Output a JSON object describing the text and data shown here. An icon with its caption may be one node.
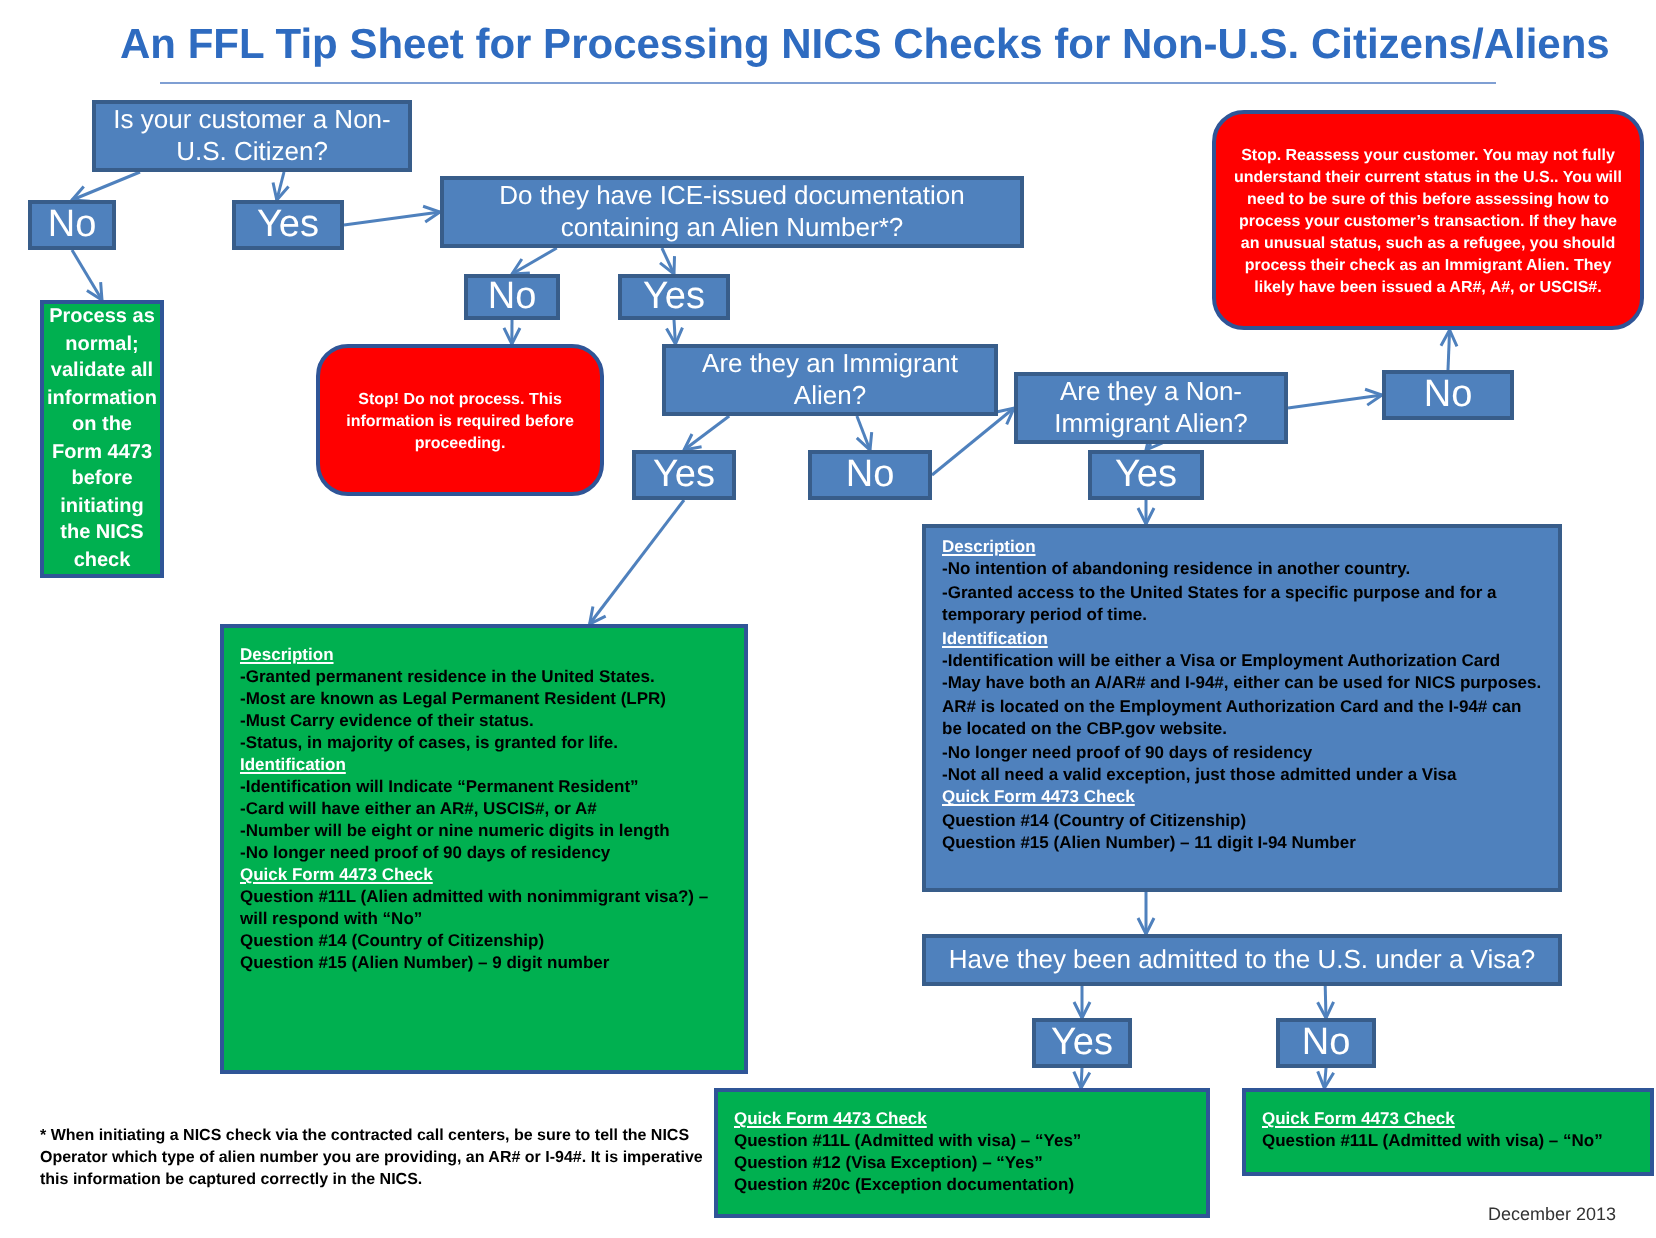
{
  "diagram": {
    "title": "An FFL Tip Sheet for Processing NICS Checks for Non-U.S. Citizens/Aliens",
    "nodes": [
      {
        "text": [
          "Is your customer a Non-U.S. Citizen?"
        ]
      },
      {
        "text": [
          "No"
        ]
      },
      {
        "text": [
          "Yes"
        ]
      },
      {
        "text": [
          "Process as normal; validate all information on the Form 4473 before initiating the NICS check"
        ]
      },
      {
        "text": [
          "Do they have ICE-issued documentation containing an Alien Number*?"
        ]
      },
      {
        "text": [
          "No"
        ]
      },
      {
        "text": [
          "Yes"
        ]
      },
      {
        "text": [
          "Stop!  Do not process.  This information is required before proceeding."
        ]
      },
      {
        "text": [
          "Are they an Immigrant Alien?"
        ]
      },
      {
        "text": [
          "Yes"
        ]
      },
      {
        "text": [
          "No"
        ]
      },
      {
        "text": [
          "Description",
          "-Granted permanent residence in the United States.",
          "-Most are known as Legal Permanent Resident (LPR)",
          "-Must Carry evidence of their status.",
          "-Status, in majority of cases, is granted for life.",
          "Identification",
          "-Identification will Indicate “Permanent Resident”",
          "-Card will have either an AR#, USCIS#, or A#",
          "-Number will be eight or nine numeric digits in length",
          "-No longer need proof of 90 days of residency",
          "Quick Form 4473 Check",
          "Question #11L (Alien admitted with nonimmigrant visa?) – will respond with “No”",
          "Question #14 (Country of Citizenship)",
          "Question #15 (Alien Number) – 9 digit number"
        ]
      },
      {
        "text": [
          "Are they a Non-Immigrant Alien?"
        ]
      },
      {
        "text": [
          "No"
        ]
      },
      {
        "text": [
          "Stop.  Reassess your customer.  You may not fully understand their current status in the U.S..  You will need to be sure of this before assessing how to process your customer’s transaction.  If they have an unusual status, such as a refugee, you should process their check as an Immigrant Alien.  They likely have been issued a AR#, A#, or USCIS#."
        ]
      },
      {
        "text": [
          "Yes"
        ]
      },
      {
        "text": [
          "Description",
          "-No intention of abandoning residence in another  country.",
          "-Granted access to the United States for a specific purpose and for a temporary period of time.",
          "Identification",
          "-Identification will be either a Visa or Employment Authorization Card",
          "-May have both an A/AR# and I-94#, either can be used for NICS purposes.  AR# is located on the Employment Authorization Card and the I-94# can be located on the CBP.gov website.",
          "-No longer need proof of 90 days of residency",
          "-Not all need a valid exception, just those admitted under a Visa",
          "Quick Form 4473 Check",
          "Question #14  (Country of Citizenship)",
          "Question #15 (Alien Number) – 11 digit I-94 Number"
        ]
      },
      {
        "text": [
          "Have they been admitted to the U.S. under a Visa?"
        ]
      },
      {
        "text": [
          "Yes"
        ]
      },
      {
        "text": [
          "No"
        ]
      },
      {
        "text": [
          "Quick Form 4473 Check",
          "Question #11L (Admitted with visa) – “Yes”",
          "Question #12 (Visa Exception) – “Yes”",
          "Question #20c  (Exception documentation)"
        ]
      },
      {
        "text": [
          "Quick Form 4473 Check",
          "Question #11L (Admitted with visa) – “No”"
        ]
      }
    ],
    "edges": [
      {
        "from": 0,
        "to": 1,
        "arrow": "to"
      },
      {
        "from": 0,
        "to": 2,
        "arrow": "to"
      },
      {
        "from": 1,
        "to": 3,
        "arrow": "to"
      },
      {
        "from": 2,
        "to": 4,
        "arrow": "to"
      },
      {
        "from": 4,
        "to": 5,
        "arrow": "to"
      },
      {
        "from": 4,
        "to": 6,
        "arrow": "to"
      },
      {
        "from": 5,
        "to": 7,
        "arrow": "to"
      },
      {
        "from": 6,
        "to": 8,
        "arrow": "to"
      },
      {
        "from": 8,
        "to": 9,
        "arrow": "to"
      },
      {
        "from": 8,
        "to": 10,
        "arrow": "to"
      },
      {
        "from": 9,
        "to": 11,
        "arrow": "to"
      },
      {
        "from": 10,
        "to": 12,
        "arrow": "to"
      },
      {
        "from": 12,
        "to": 13,
        "arrow": "to"
      },
      {
        "from": 13,
        "to": 14,
        "arrow": "to"
      },
      {
        "from": 12,
        "to": 15,
        "arrow": "to"
      },
      {
        "from": 15,
        "to": 16,
        "arrow": "to"
      },
      {
        "from": 16,
        "to": 17,
        "arrow": "to"
      },
      {
        "from": 17,
        "to": 18,
        "arrow": "to"
      },
      {
        "from": 17,
        "to": 19,
        "arrow": "to"
      },
      {
        "from": 18,
        "to": 20,
        "arrow": "to"
      },
      {
        "from": 19,
        "to": 21,
        "arrow": "to"
      }
    ],
    "labels": [
      "* When initiating a NICS check via the contracted call centers, be sure to tell the NICS Operator which type of alien number you are providing, an AR# or I-94#.  It is imperative this information be captured correctly in the NICS.",
      "December 2013"
    ]
  }
}
